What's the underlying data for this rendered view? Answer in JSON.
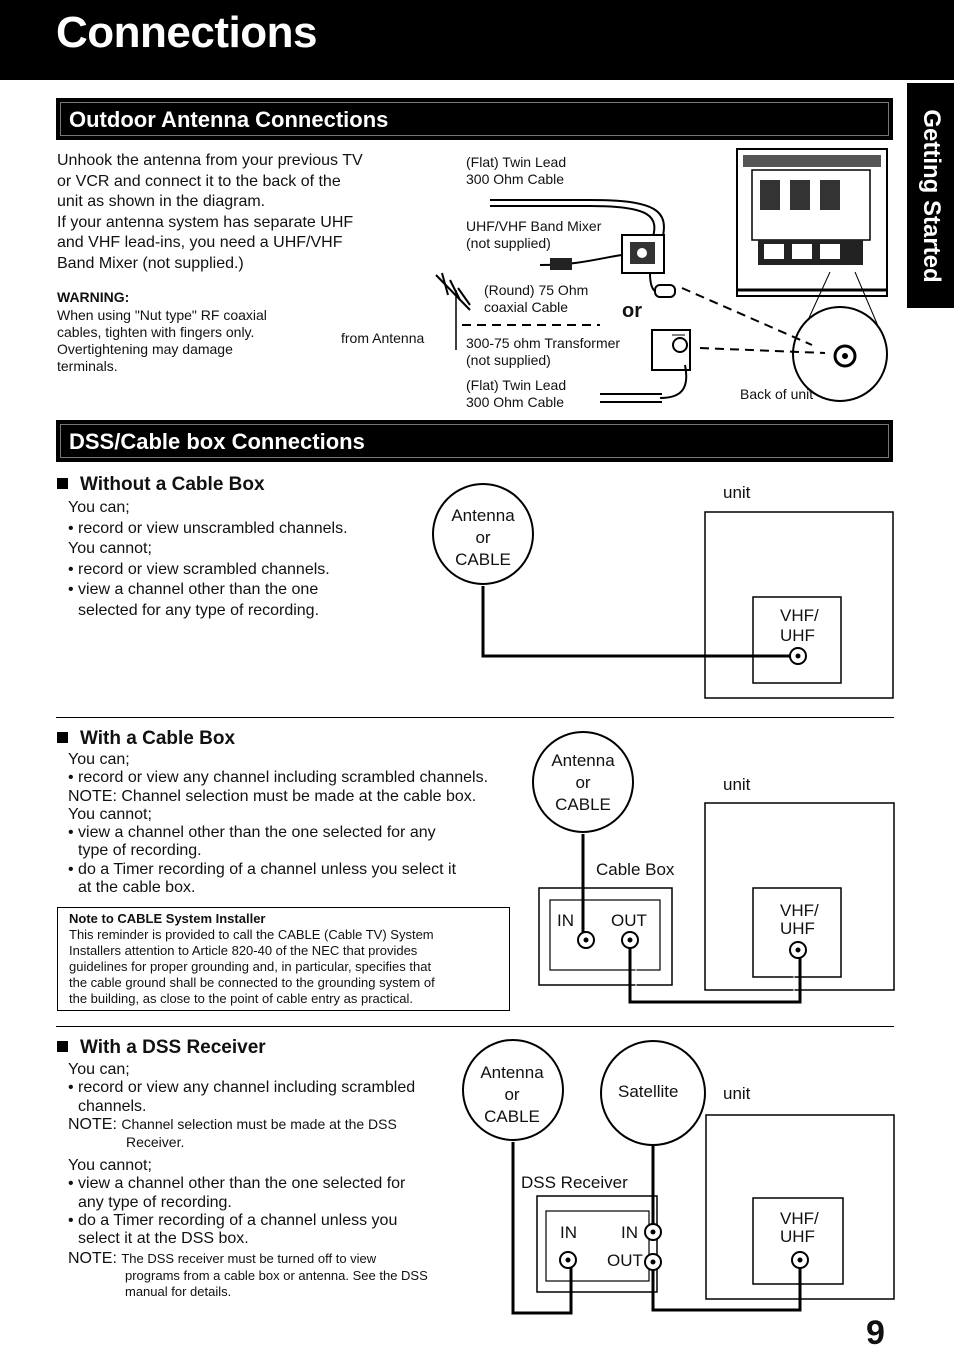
{
  "header": {
    "title": "Connections",
    "side_tab": "Getting Started"
  },
  "page_number": "9",
  "outdoor": {
    "heading": "Outdoor Antenna Connections",
    "paragraph": [
      "Unhook the antenna from your previous TV",
      "or VCR and connect it to the back of the",
      "unit as shown in the diagram.",
      "If your antenna system has separate UHF",
      "and VHF lead-ins, you need a UHF/VHF",
      "Band Mixer (not supplied.)"
    ],
    "warning_title": "WARNING:",
    "warning_lines": [
      "When using \"Nut type\" RF coaxial",
      "cables, tighten with fingers only.",
      "Overtightening may damage",
      "terminals."
    ],
    "diagram": {
      "flat_twin_lead_top": [
        "(Flat) Twin Lead",
        "300 Ohm Cable"
      ],
      "band_mixer": [
        "UHF/VHF Band Mixer",
        "(not supplied)"
      ],
      "round_cable": [
        "(Round) 75 Ohm",
        "coaxial Cable"
      ],
      "or": "or",
      "from_antenna": "from Antenna",
      "transformer": [
        "300-75 ohm Transformer",
        "(not supplied)"
      ],
      "flat_twin_lead_bottom": [
        "(Flat) Twin Lead",
        "300 Ohm Cable"
      ],
      "back_of_unit": "Back of unit"
    }
  },
  "dss_cable": {
    "heading": "DSS/Cable box Connections",
    "without": {
      "title": "Without a Cable Box",
      "lines": [
        {
          "t": "You can;",
          "ind": false
        },
        {
          "t": "• record or view unscrambled channels.",
          "ind": false
        },
        {
          "t": "You cannot;",
          "ind": false
        },
        {
          "t": "• record or view scrambled channels.",
          "ind": false
        },
        {
          "t": "• view a channel other than the one",
          "ind": false
        },
        {
          "t": "selected for any type of recording.",
          "ind": true
        }
      ],
      "source": [
        "Antenna",
        "or",
        "CABLE"
      ],
      "unit_label": "unit",
      "port_label": [
        "VHF/",
        "UHF"
      ]
    },
    "with_cable": {
      "title": "With a Cable Box",
      "lines": [
        {
          "t": "You can;",
          "ind": false
        },
        {
          "t": "• record or view any channel including scrambled channels.",
          "ind": false
        },
        {
          "t": "NOTE: Channel selection must be made at the cable box.",
          "ind": false
        },
        {
          "t": "You cannot;",
          "ind": false
        },
        {
          "t": "• view a channel other than the one selected for any",
          "ind": false
        },
        {
          "t": "type of recording.",
          "ind": true
        },
        {
          "t": "• do a Timer recording of a channel unless you select it",
          "ind": false
        },
        {
          "t": "at the cable box.",
          "ind": true
        }
      ],
      "note_title": "Note to CABLE System Installer",
      "note_lines": [
        "This reminder is provided to call the CABLE (Cable TV) System",
        "Installers attention to Article 820-40 of the NEC that provides",
        "guidelines for proper grounding and, in particular, specifies that",
        "the cable ground shall be connected to the grounding system of",
        "the building, as close to the point of cable entry as practical."
      ],
      "source": [
        "Antenna",
        "or",
        "CABLE"
      ],
      "cable_box_label": "Cable Box",
      "in_label": "IN",
      "out_label": "OUT",
      "unit_label": "unit",
      "port_label": [
        "VHF/",
        "UHF"
      ]
    },
    "with_dss": {
      "title": "With a DSS Receiver",
      "lines_a": [
        {
          "t": "You can;",
          "ind": false
        },
        {
          "t": "• record or view any channel including scrambled",
          "ind": false
        },
        {
          "t": "channels.",
          "ind": true
        }
      ],
      "note1_prefix": "NOTE: ",
      "note1": [
        "Channel selection must be made at the DSS",
        "Receiver."
      ],
      "lines_b": [
        {
          "t": "You cannot;",
          "ind": false
        },
        {
          "t": "• view a channel other than the one selected for",
          "ind": false
        },
        {
          "t": "any type of recording.",
          "ind": true
        },
        {
          "t": "• do a Timer recording of a channel unless you",
          "ind": false
        },
        {
          "t": "select it at the DSS box.",
          "ind": true
        }
      ],
      "note2_prefix": "NOTE: ",
      "note2": [
        "The DSS receiver must be turned off to view",
        "programs from a cable box or antenna. See the DSS",
        "manual for details."
      ],
      "source": [
        "Antenna",
        "or",
        "CABLE"
      ],
      "satellite": "Satellite",
      "receiver_label": "DSS Receiver",
      "in_left": "IN",
      "in_right": "IN",
      "out_label": "OUT",
      "unit_label": "unit",
      "port_label": [
        "VHF/",
        "UHF"
      ]
    }
  }
}
